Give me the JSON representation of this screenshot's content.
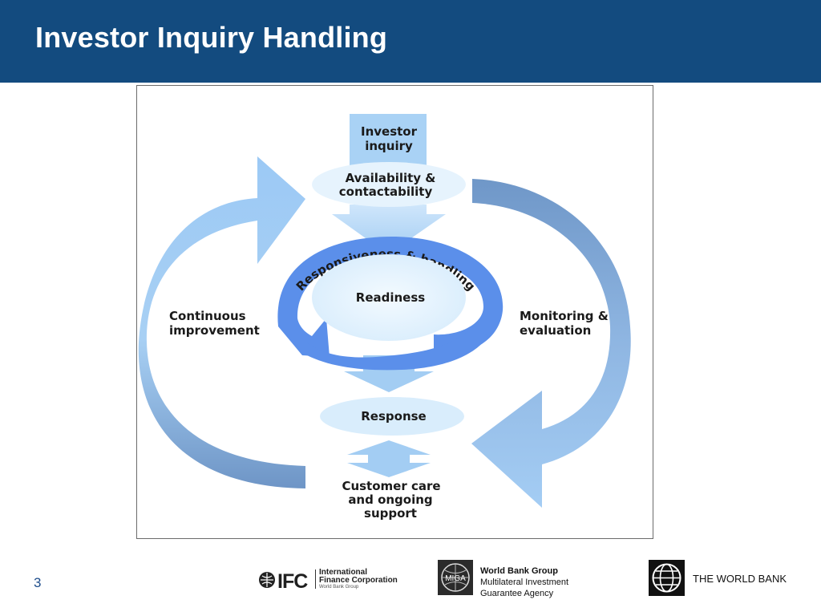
{
  "slide": {
    "title": "Investor Inquiry Handling",
    "page_number": "3"
  },
  "diagram": {
    "top_box_line1": "Investor",
    "top_box_line2": "inquiry",
    "availability_line1": "Availability &",
    "availability_line2": "contactability",
    "cycle_text": "Responsiveness & handling",
    "center": "Readiness",
    "response": "Response",
    "left_label_line1": "Continuous",
    "left_label_line2": "improvement",
    "right_label_line1": "Monitoring &",
    "right_label_line2": "evaluation",
    "bottom_line1": "Customer care",
    "bottom_line2": "and ongoing",
    "bottom_line3": "support"
  },
  "footer": {
    "ifc_mark": "IFC",
    "ifc_line1": "International",
    "ifc_line2": "Finance Corporation",
    "ifc_sub": "World Bank Group",
    "miga_mark": "MIGA",
    "miga_head": "World Bank Group",
    "miga_line1": "Multilateral Investment",
    "miga_line2": "Guarantee Agency",
    "wb_text": "THE WORLD BANK"
  },
  "colors": {
    "title_bar": "#134b7f",
    "light_blue": "#a9d2f5",
    "mid_blue": "#6f97c8",
    "cycle_blue": "#5b8fea",
    "ellipse_fill": "#e6f3fd"
  }
}
